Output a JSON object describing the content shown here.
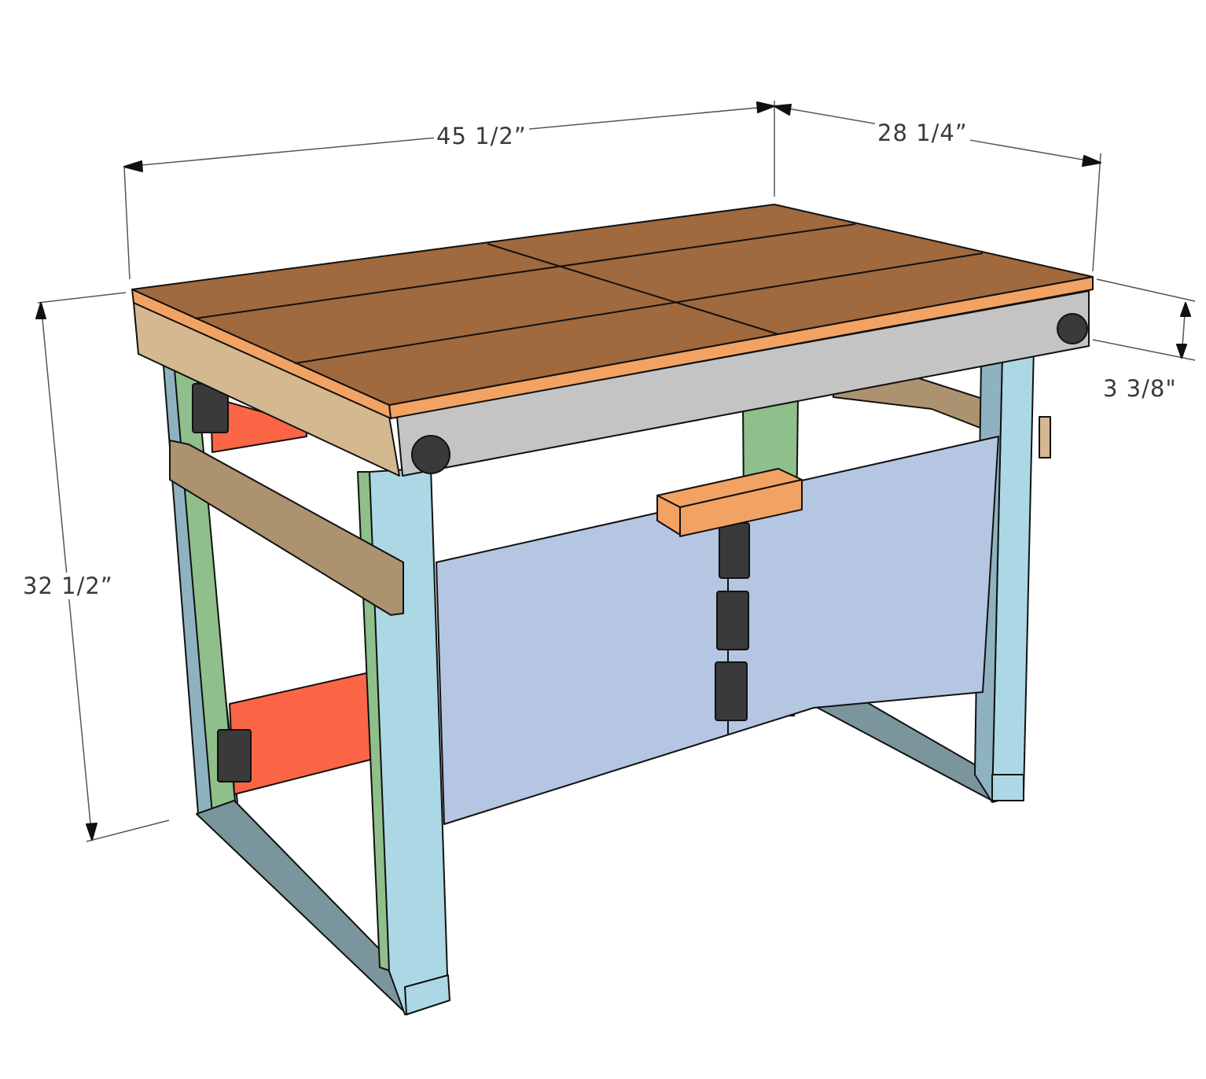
{
  "dimensions": {
    "length": "45 1/2”",
    "depth": "28 1/4”",
    "height": "32 1/2”",
    "apron_height": "3 3/8\""
  },
  "colors": {
    "top": "#a0693e",
    "top_edge": "#f2a363",
    "apron_side": "#d4b88f",
    "apron_front": "#c4c4c4",
    "leg": "#acd8e6",
    "leg_shade": "#8fb2c0",
    "spacer": "#8fbf8a",
    "panel": "#b4c6e2",
    "drawer_red": "#fc6545",
    "rail": "#ad9270",
    "hardware": "#3a3a3a"
  }
}
